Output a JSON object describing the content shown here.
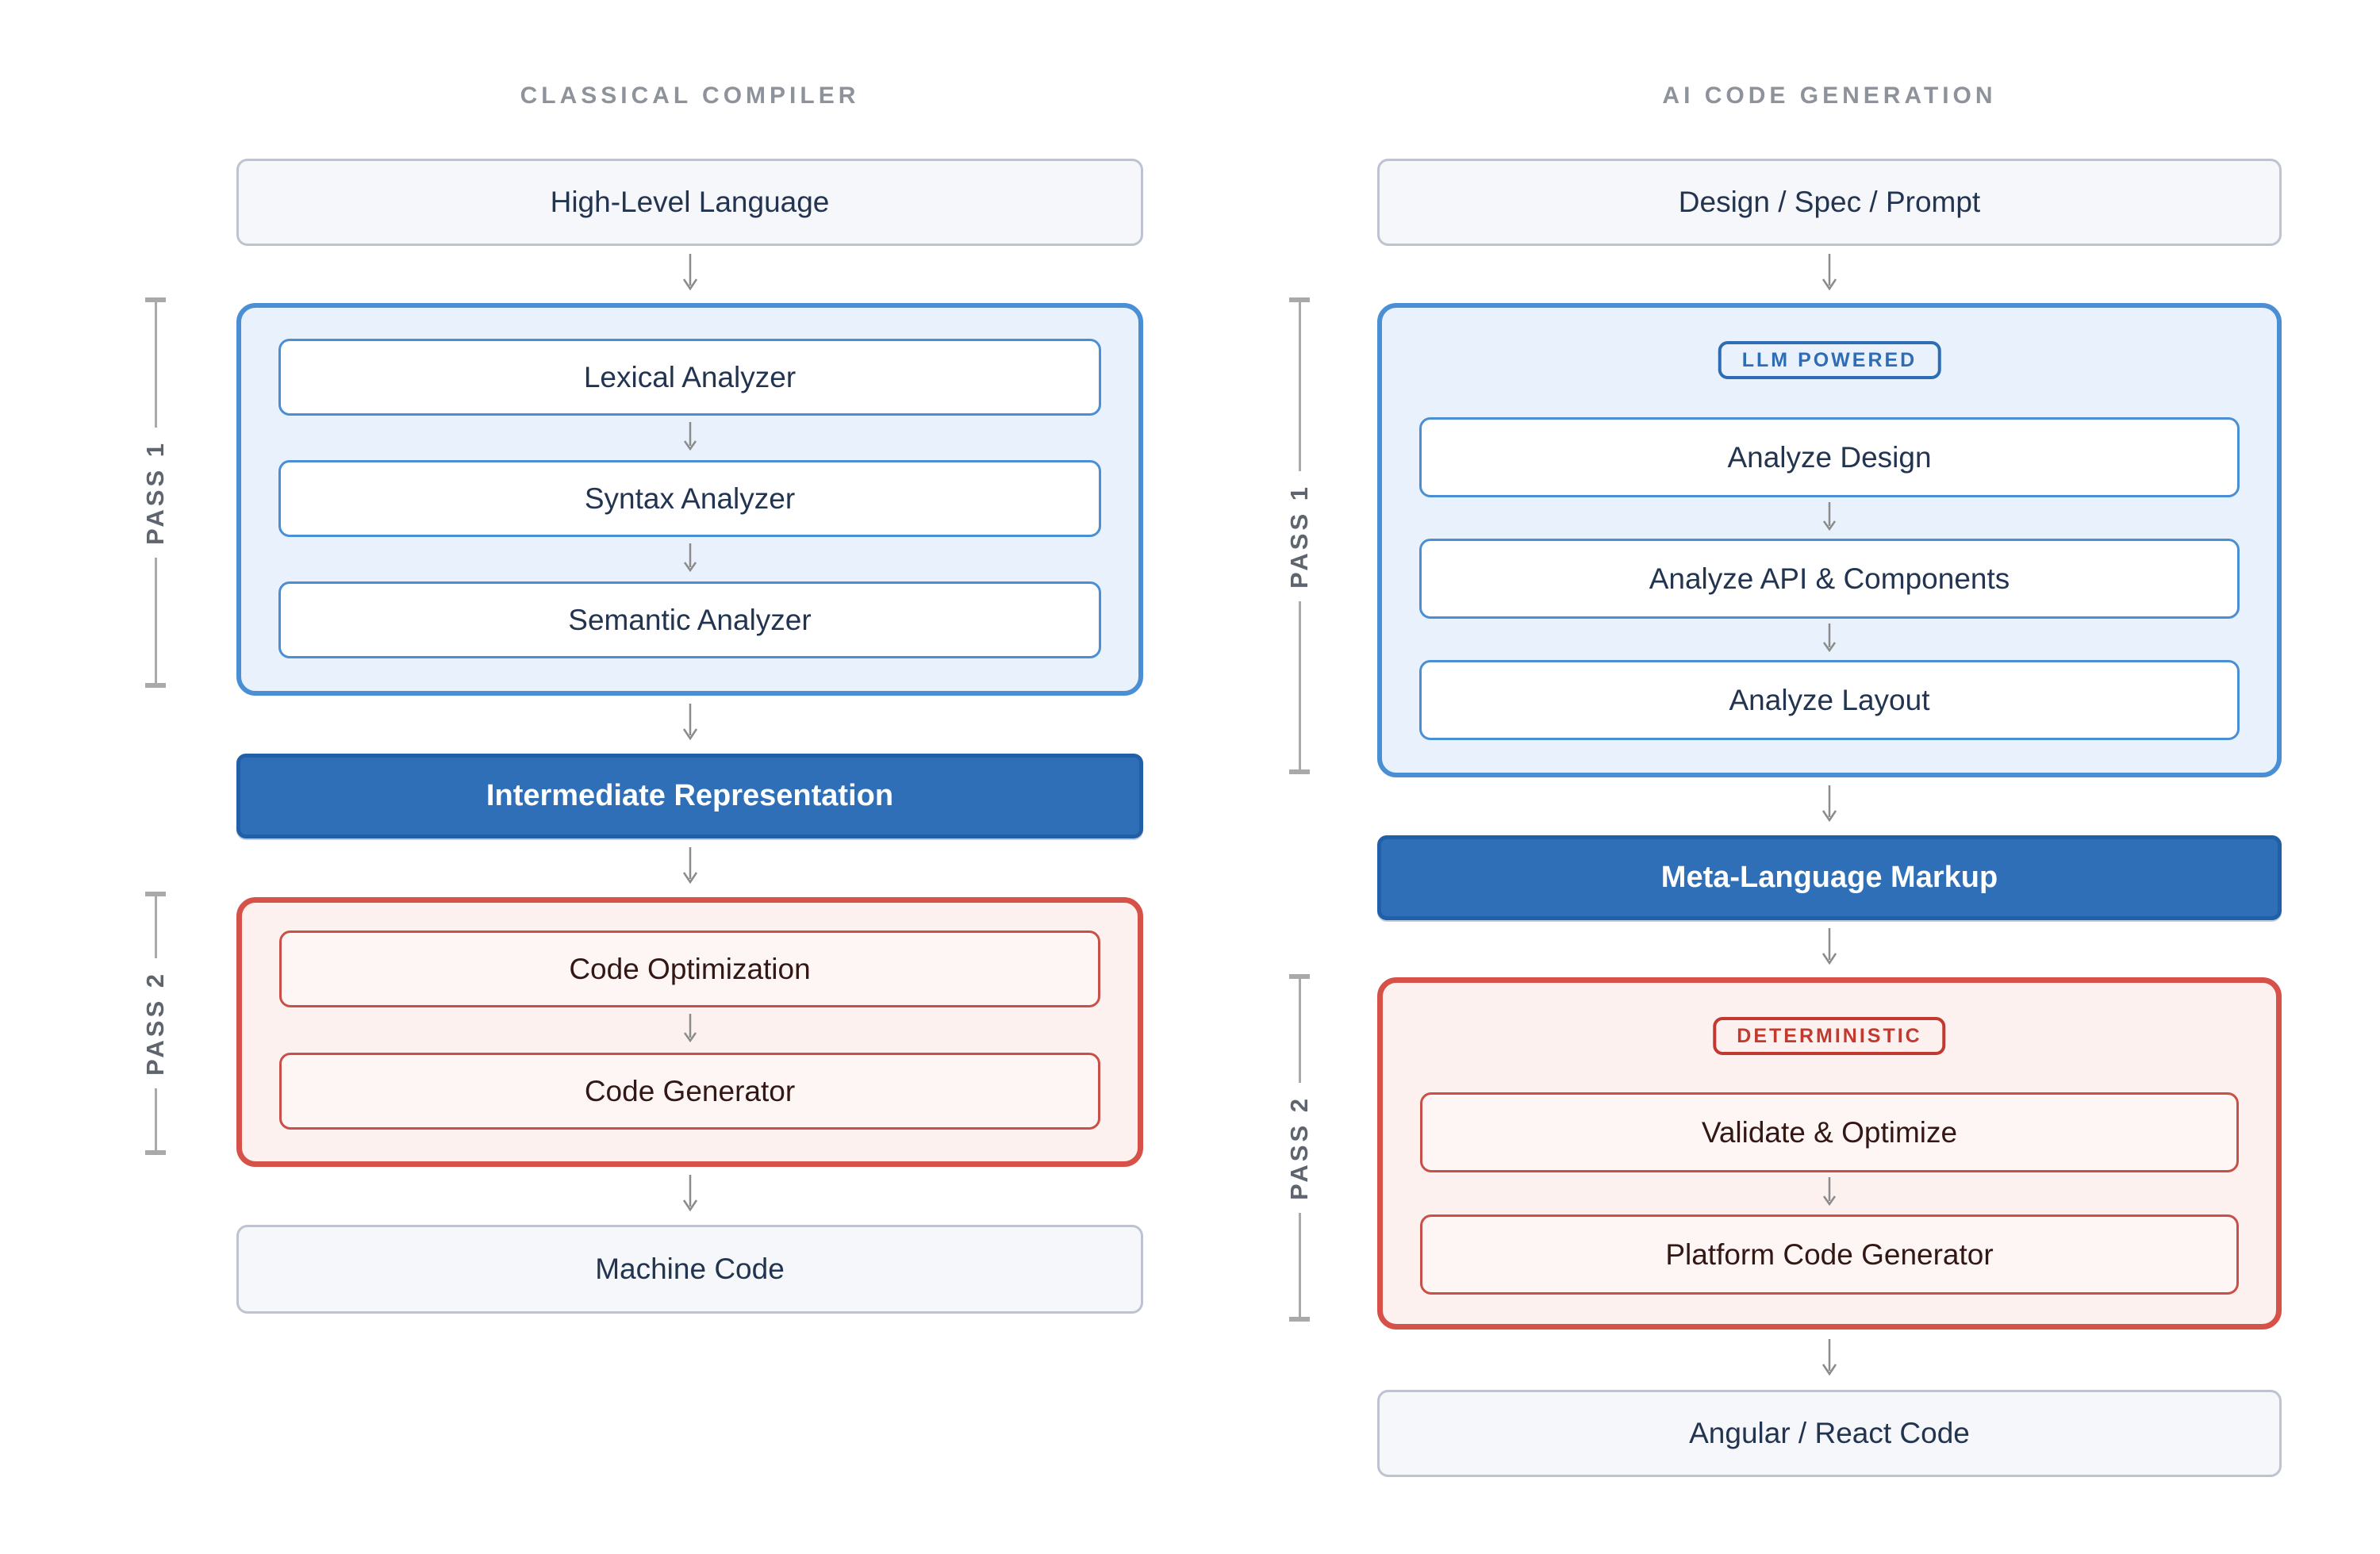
{
  "colors": {
    "blue_accent": "#4a8fd4",
    "blue_container_bg": "#e9f1fc",
    "blue_solid_bg": "#2e6fb7",
    "blue_solid_border": "#2160a8",
    "red_accent": "#d65249",
    "red_container_bg": "#fdf1f0",
    "red_step_bg": "#fdf6f5",
    "neutral_box_bg": "#f5f7fa",
    "neutral_box_border": "#bdc4d0",
    "header_gray": "#8e939b",
    "pass_label_gray": "#5f656e",
    "bracket_gray": "#a9a9a9",
    "arrow_gray": "#8b8b8b",
    "text_navy": "#223450",
    "text_maroon": "#321714",
    "badge_blue": "#2e6cb4",
    "badge_red": "#c2392f"
  },
  "columns": {
    "classical": {
      "header": "CLASSICAL COMPILER",
      "input": "High-Level Language",
      "pass1": {
        "label": "PASS 1",
        "steps": [
          "Lexical Analyzer",
          "Syntax Analyzer",
          "Semantic Analyzer"
        ]
      },
      "ir": "Intermediate Representation",
      "pass2": {
        "label": "PASS 2",
        "steps": [
          "Code Optimization",
          "Code Generator"
        ]
      },
      "output": "Machine Code"
    },
    "ai": {
      "header": "AI CODE GENERATION",
      "input": "Design / Spec / Prompt",
      "pass1": {
        "label": "PASS 1",
        "badge": "LLM POWERED",
        "steps": [
          "Analyze Design",
          "Analyze API & Components",
          "Analyze Layout"
        ]
      },
      "ir": "Meta-Language Markup",
      "pass2": {
        "label": "PASS 2",
        "badge": "DETERMINISTIC",
        "steps": [
          "Validate & Optimize",
          "Platform Code Generator"
        ]
      },
      "output": "Angular / React Code"
    }
  }
}
